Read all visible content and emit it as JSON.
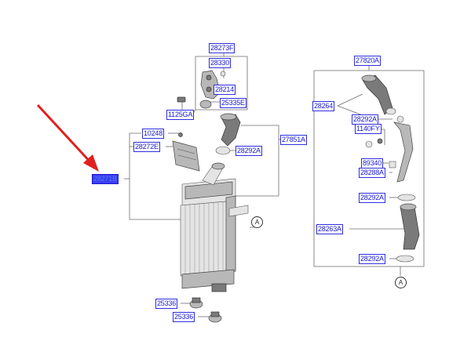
{
  "colors": {
    "label_border": "#2f2fe0",
    "label_text": "#1a1ad0",
    "highlight_bg": "#3b3bf0",
    "arrow": "#e02020"
  },
  "labels": {
    "p28273F": "28273F",
    "p28330": "28330",
    "p28214": "28214",
    "p25335E": "25335E",
    "p1125GA": "1125GA",
    "p10248": "10248",
    "p28272E": "28272E",
    "p28292A_left": "28292A",
    "p27851A": "27851A",
    "p28271B": "28271B",
    "p25336": "25336",
    "p25336_2": "25336",
    "p27820A": "27820A",
    "p28264": "28264",
    "p28292A_r1": "28292A",
    "p1140FY": "1140FY",
    "p89340": "89340",
    "p28288A": "28288A",
    "p28292A_r2": "28292A",
    "p28263A": "28263A",
    "p28292A_r3": "28292A"
  },
  "callouts": {
    "left": "A",
    "right": "A"
  }
}
